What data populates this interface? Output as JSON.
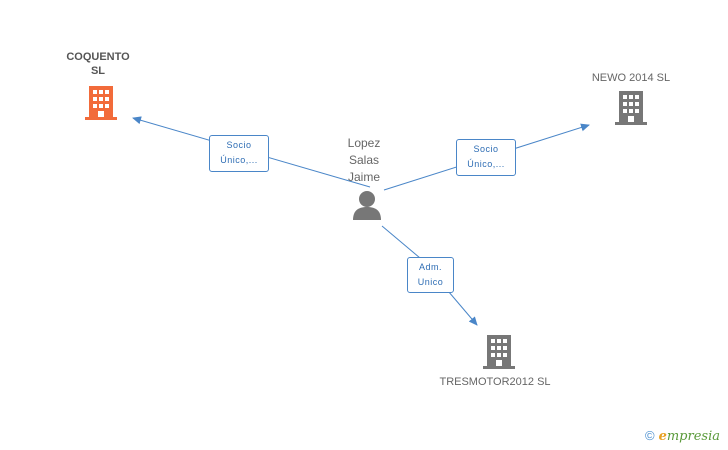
{
  "nodes": {
    "main_company": {
      "name": "COQUENTO\nSL",
      "color": "#f26b3a"
    },
    "company_2": {
      "name": "NEWO 2014  SL",
      "color": "#777777"
    },
    "company_3": {
      "name": "TRESMOTOR2012 SL",
      "color": "#777777"
    },
    "person": {
      "name": "Lopez\nSalas\nJaime",
      "color": "#777777"
    }
  },
  "edges": [
    {
      "label": "Socio\nÚnico,..."
    },
    {
      "label": "Socio\nÚnico,..."
    },
    {
      "label": "Adm.\nUnico"
    }
  ],
  "edge_color": "#4a86c8",
  "footer": {
    "copyright": "©",
    "brand_initial": "e",
    "brand_rest": "mpresia"
  }
}
